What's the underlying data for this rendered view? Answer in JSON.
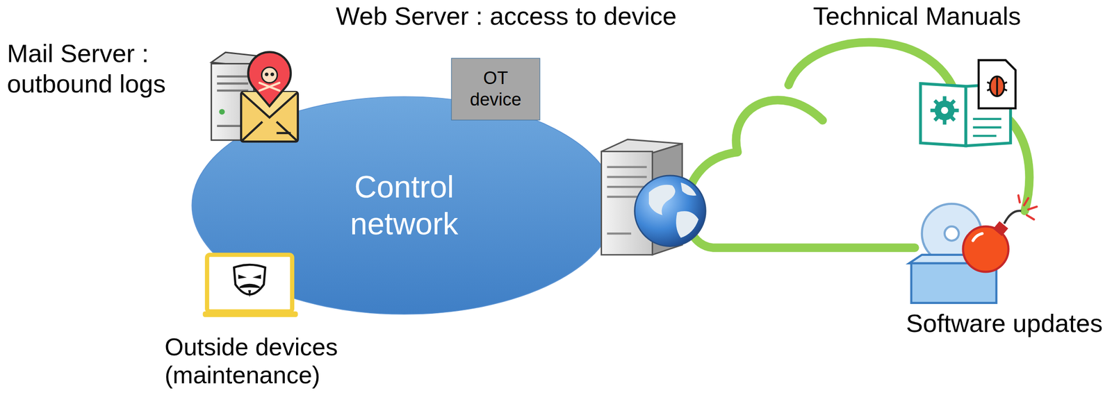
{
  "diagram": {
    "nodes": [
      {
        "text": [
          "Control network"
        ]
      },
      {
        "text": [
          "OT device"
        ]
      }
    ],
    "edges": [],
    "labels": [
      "Mail Server : outbound logs",
      "Web Server : access to device",
      "Technical Manuals",
      "Outside devices (maintenance)",
      "Software updates"
    ]
  }
}
